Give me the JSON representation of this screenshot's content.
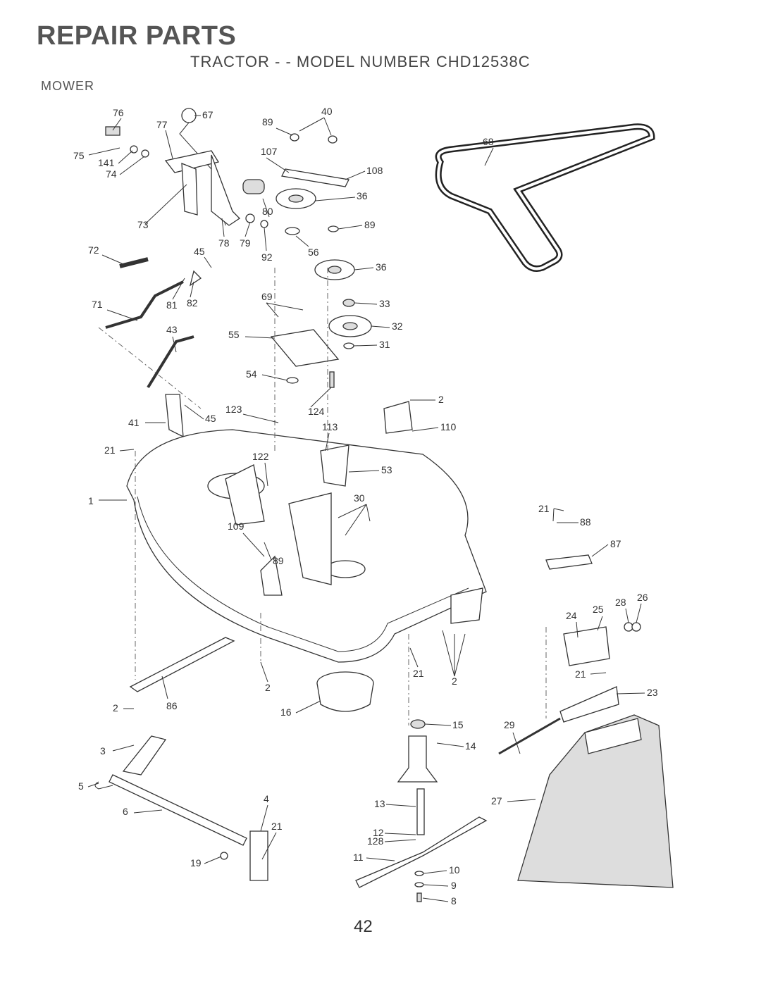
{
  "header": {
    "title": "REPAIR PARTS",
    "subtitle": "TRACTOR - - MODEL NUMBER CHD12538C",
    "section": "MOWER"
  },
  "page_number": "42",
  "callouts": [
    "76",
    "67",
    "77",
    "89",
    "40",
    "75",
    "141",
    "74",
    "107",
    "68",
    "108",
    "36",
    "80",
    "73",
    "89",
    "78",
    "79",
    "92",
    "56",
    "72",
    "45",
    "36",
    "81",
    "82",
    "69",
    "33",
    "71",
    "32",
    "43",
    "55",
    "31",
    "54",
    "2",
    "123",
    "124",
    "45",
    "41",
    "113",
    "110",
    "21",
    "122",
    "53",
    "1",
    "30",
    "21",
    "88",
    "109",
    "89",
    "87",
    "24",
    "25",
    "28",
    "26",
    "2",
    "21",
    "2",
    "21",
    "23",
    "86",
    "16",
    "15",
    "29",
    "2",
    "14",
    "3",
    "5",
    "4",
    "27",
    "13",
    "6",
    "21",
    "12",
    "128",
    "11",
    "19",
    "10",
    "9",
    "8"
  ]
}
